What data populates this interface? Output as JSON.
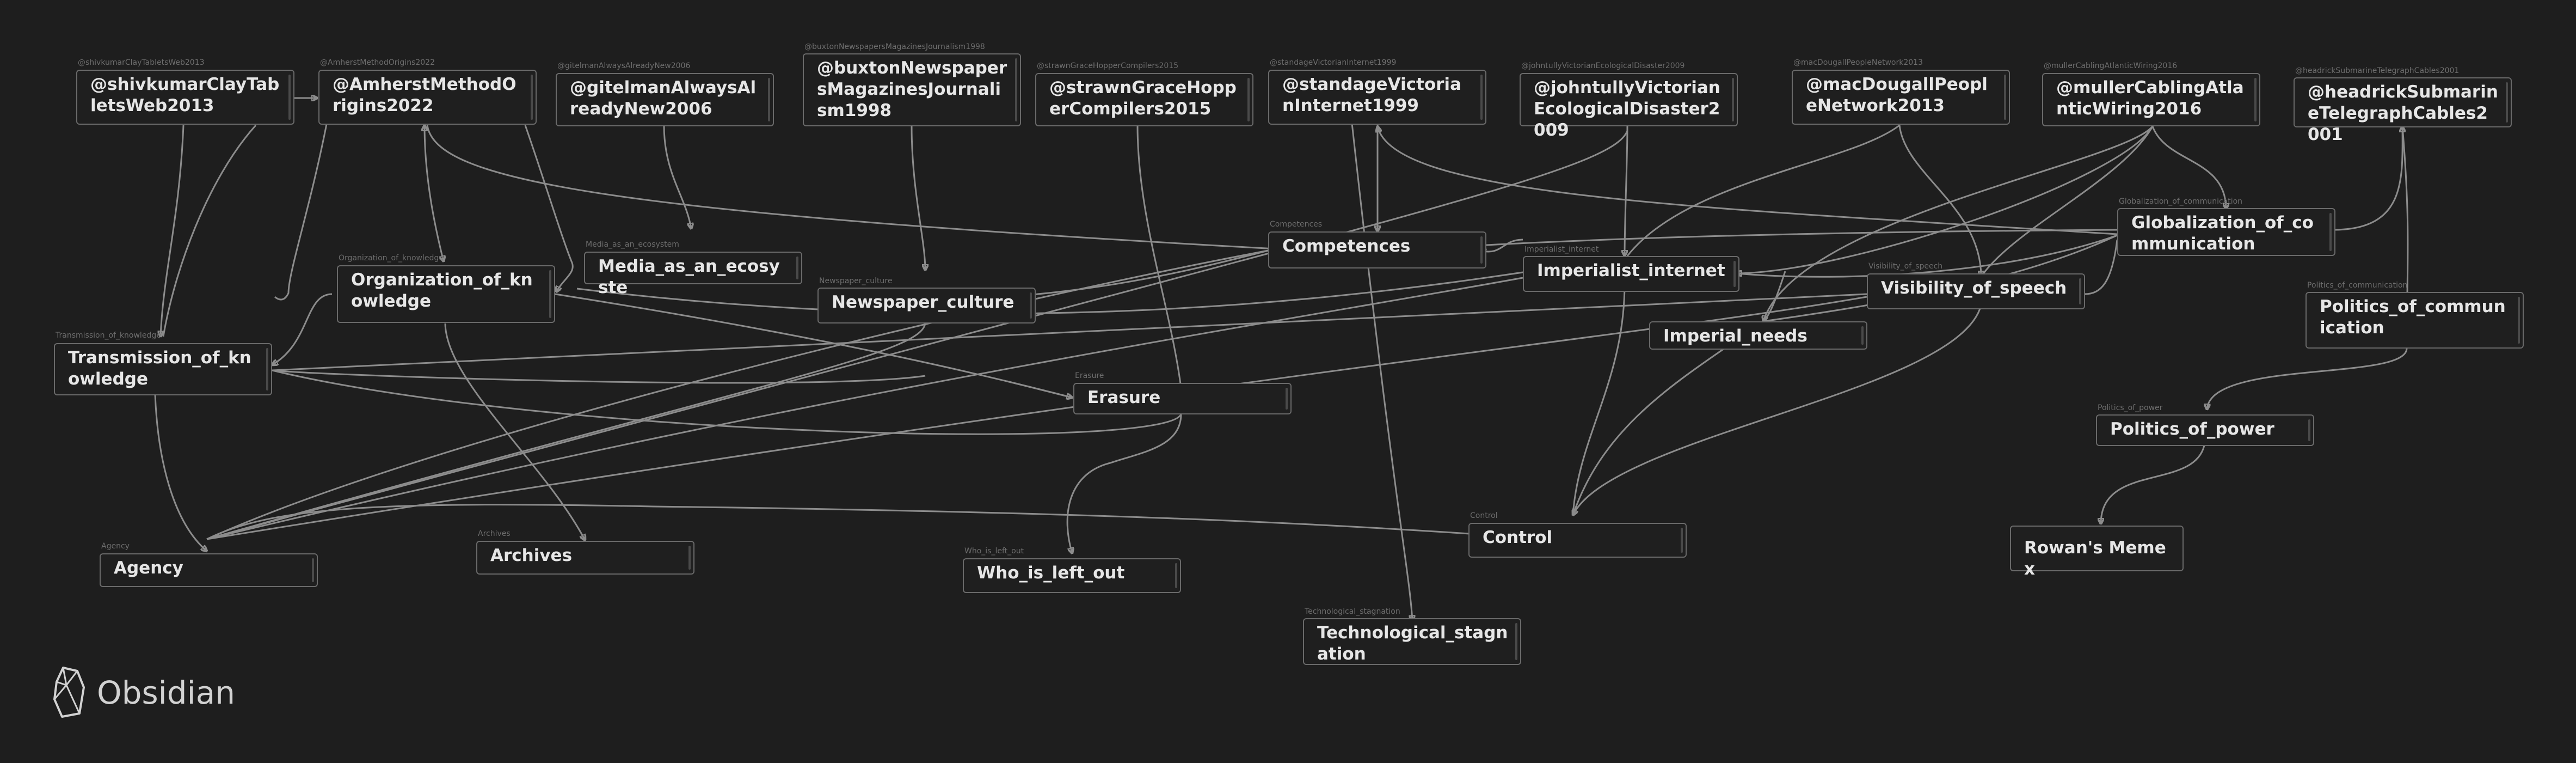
{
  "brand": {
    "name": "Obsidian",
    "icon": "obsidian-logo-icon"
  },
  "colors": {
    "background": "#1e1e1e",
    "card": "#1f1f1f",
    "border": "#6a6a6a",
    "edge": "#8c8c8c",
    "text": "#e6e6e6",
    "tag": "#6d6d6d"
  },
  "cards": {
    "shivkumar": {
      "title": "@shivkumarClayTabletsWeb2013",
      "tag": "@shivkumarClayTabletsWeb2013"
    },
    "amherst": {
      "title": "@AmherstMethodOrigins2022",
      "tag": "@AmherstMethodOrigins2022"
    },
    "gitelman": {
      "title": "@gitelmanAlwaysAlreadyNew2006",
      "tag": "@gitelmanAlwaysAlreadyNew2006"
    },
    "buxton": {
      "title": "@buxtonNewspapersMagazinesJournalism1998",
      "tag": "@buxtonNewspapersMagazinesJournalism1998"
    },
    "strawn": {
      "title": "@strawnGraceHopperCompilers2015",
      "tag": "@strawnGraceHopperCompilers2015"
    },
    "standage": {
      "title": "@standageVictorianInternet1999",
      "tag": "@standageVictorianInternet1999"
    },
    "johntully": {
      "title": "@johntullyVictorianEcologicalDisaster2009",
      "tag": "@johntullyVictorianEcologicalDisaster2009"
    },
    "macdougall": {
      "title": "@macDougallPeopleNetwork2013",
      "tag": "@macDougallPeopleNetwork2013"
    },
    "muller": {
      "title": "@mullerCablingAtlanticWiring2016",
      "tag": "@mullerCablingAtlanticWiring2016"
    },
    "headrick": {
      "title": "@headrickSubmarineTelegraphCables2001",
      "tag": "@headrickSubmarineTelegraphCables2001"
    },
    "globalization": {
      "title": "Globalization_of_communication",
      "tag": "Globalization_of_communication"
    },
    "competences": {
      "title": "Competences",
      "tag": "Competences"
    },
    "imperialist": {
      "title": "Imperialist_internet",
      "tag": "Imperialist_internet"
    },
    "visibility": {
      "title": "Visibility_of_speech",
      "tag": "Visibility_of_speech"
    },
    "imperial_needs": {
      "title": "Imperial_needs",
      "tag": "Imperial_needs"
    },
    "media": {
      "title": "Media_as_an_ecosyste",
      "tag": "Media_as_an_ecosystem"
    },
    "organization": {
      "title": "Organization_of_knowledge",
      "tag": "Organization_of_knowledge"
    },
    "newspaper": {
      "title": "Newspaper_culture",
      "tag": "Newspaper_culture"
    },
    "transmission": {
      "title": "Transmission_of_knowledge",
      "tag": "Transmission_of_knowledge"
    },
    "erasure": {
      "title": "Erasure",
      "tag": "Erasure"
    },
    "politics_comm": {
      "title": "Politics_of_communication",
      "tag": "Politics_of_communication"
    },
    "politics_power": {
      "title": "Politics_of_power",
      "tag": "Politics_of_power"
    },
    "rowan": {
      "title": "Rowan's Memex",
      "tag": ""
    },
    "agency": {
      "title": "Agency",
      "tag": "Agency"
    },
    "archives": {
      "title": "Archives",
      "tag": "Archives"
    },
    "who": {
      "title": "Who_is_left_out",
      "tag": "Who_is_left_out"
    },
    "control": {
      "title": "Control",
      "tag": "Control"
    },
    "technological": {
      "title": "Technological_stagnation",
      "tag": "Technological_stagnation"
    }
  }
}
